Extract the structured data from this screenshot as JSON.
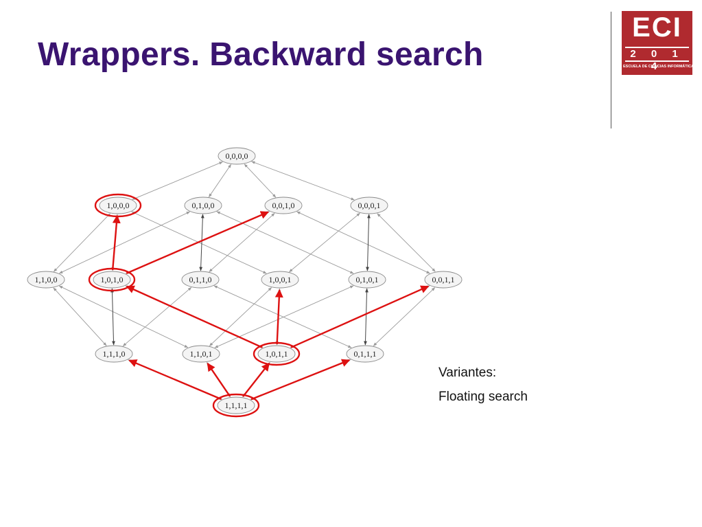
{
  "slide": {
    "title": "Wrappers. Backward search"
  },
  "logo": {
    "main": "ECI",
    "year": "2 0 1 4",
    "subtitle": "ESCUELA DE CIENCIAS INFORMÁTICAS",
    "color": "#b02a2f"
  },
  "diagram": {
    "nodes": [
      {
        "id": "n0000",
        "label": "0,0,0,0"
      },
      {
        "id": "n1000",
        "label": "1,0,0,0",
        "highlighted": true
      },
      {
        "id": "n0100",
        "label": "0,1,0,0"
      },
      {
        "id": "n0010",
        "label": "0,0,1,0"
      },
      {
        "id": "n0001",
        "label": "0,0,0,1"
      },
      {
        "id": "n1100",
        "label": "1,1,0,0"
      },
      {
        "id": "n1010",
        "label": "1,0,1,0",
        "highlighted": true
      },
      {
        "id": "n0110",
        "label": "0,1,1,0"
      },
      {
        "id": "n1001",
        "label": "1,0,0,1"
      },
      {
        "id": "n0101",
        "label": "0,1,0,1"
      },
      {
        "id": "n0011",
        "label": "0,0,1,1"
      },
      {
        "id": "n1110",
        "label": "1,1,1,0"
      },
      {
        "id": "n1101",
        "label": "1,1,0,1"
      },
      {
        "id": "n1011",
        "label": "1,0,1,1",
        "highlighted": true
      },
      {
        "id": "n0111",
        "label": "0,1,1,1"
      },
      {
        "id": "n1111",
        "label": "1,1,1,1",
        "highlighted": true
      }
    ],
    "search_path": [
      [
        "n1111",
        "n1110"
      ],
      [
        "n1111",
        "n1101"
      ],
      [
        "n1111",
        "n1011"
      ],
      [
        "n1111",
        "n0111"
      ],
      [
        "n1011",
        "n1010"
      ],
      [
        "n1011",
        "n1001"
      ],
      [
        "n1011",
        "n0011"
      ],
      [
        "n1010",
        "n1000"
      ],
      [
        "n1010",
        "n0010"
      ]
    ],
    "highlight_color": "#dd1111",
    "edge_color": "#9a9a9a"
  },
  "notes": {
    "line1": "Variantes:",
    "line2": "Floating search"
  }
}
